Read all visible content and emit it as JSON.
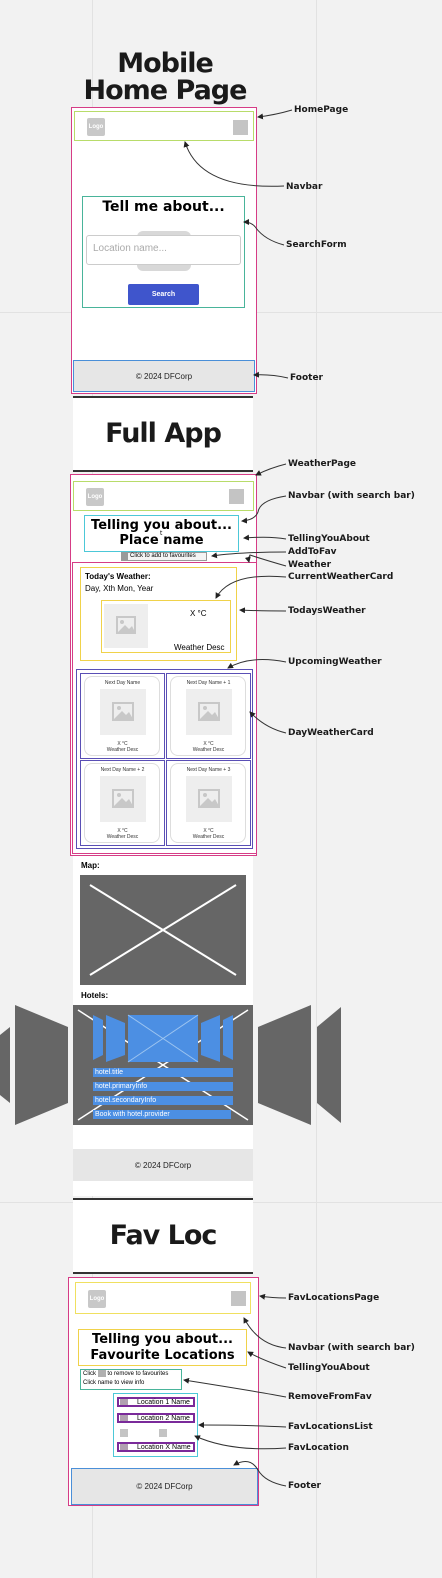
{
  "sections": {
    "home_title": [
      "Mobile",
      "Home Page"
    ],
    "full_title": "Full App",
    "fav_title": "Fav Loc"
  },
  "common": {
    "logo": "Logo",
    "footer": "©  2024 DFCorp"
  },
  "home": {
    "search_heading": "Tell me about...",
    "search_placeholder": "Location name...",
    "search_button": "Search"
  },
  "weather": {
    "heading_line1": "Telling you about...",
    "heading_line2": "Place name",
    "stray_char": "t",
    "add_to_fav": "Click to add to favourites",
    "todays_title": "Today's Weather:",
    "date_line": "Day, Xth Mon, Year",
    "temp": "X °C",
    "desc": "Weather Desc",
    "days": [
      {
        "name": "Next Day Name",
        "temp": "X °C",
        "desc": "Weather Desc"
      },
      {
        "name": "Next Day Name + 1",
        "temp": "X °C",
        "desc": "Weather Desc"
      },
      {
        "name": "Next Day Name + 2",
        "temp": "X °C",
        "desc": "Weather Desc"
      },
      {
        "name": "Next Day Name + 3",
        "temp": "X °C",
        "desc": "Weather Desc"
      }
    ],
    "map_label": "Map:",
    "hotels_label": "Hotels:",
    "hotel_fields": [
      "hotel.title",
      "hotel.primaryInfo",
      "hotel.secondaryInfo",
      "Book with hotel.provider"
    ]
  },
  "fav": {
    "heading_line1": "Telling you about...",
    "heading_line2": "Favourite Locations",
    "remove_line1_a": "Click",
    "remove_line1_b": "to remove to favourites",
    "remove_line2": "Click name to view info",
    "items": [
      "Location 1 Name",
      "Location 2 Name",
      "Location X Name"
    ]
  },
  "annotations": {
    "homepage": "HomePage",
    "navbar": "Navbar",
    "searchform": "SearchForm",
    "footer": "Footer",
    "weatherpage": "WeatherPage",
    "navbar_search": "Navbar (with search bar)",
    "tellingyouabout": "TellingYouAbout",
    "addtofav": "AddToFav",
    "weather": "Weather",
    "currentweathercard": "CurrentWeatherCard",
    "todaysweather": "TodaysWeather",
    "upcomingweather": "UpcomingWeather",
    "dayweathercard": "DayWeatherCard",
    "favlocationspage": "FavLocationsPage",
    "navbar_search2": "Navbar (with search bar)",
    "tellingyouabout2": "TellingYouAbout",
    "removefromfav": "RemoveFromFav",
    "favlocationslist": "FavLocationsList",
    "favlocation": "FavLocation",
    "footer2": "Footer"
  },
  "colors": {
    "page_outline": "#d63c86",
    "navbar_outline": "#b8dc6a",
    "search_outline": "#49b49a",
    "footer_outline": "#4a8fd8",
    "button": "#3f55cc",
    "weather_yellow": "#f0d24a",
    "upcoming_purple": "#5a4fb5",
    "hotel_blue": "#4c8fe3",
    "placeholder_dark": "#666666"
  }
}
